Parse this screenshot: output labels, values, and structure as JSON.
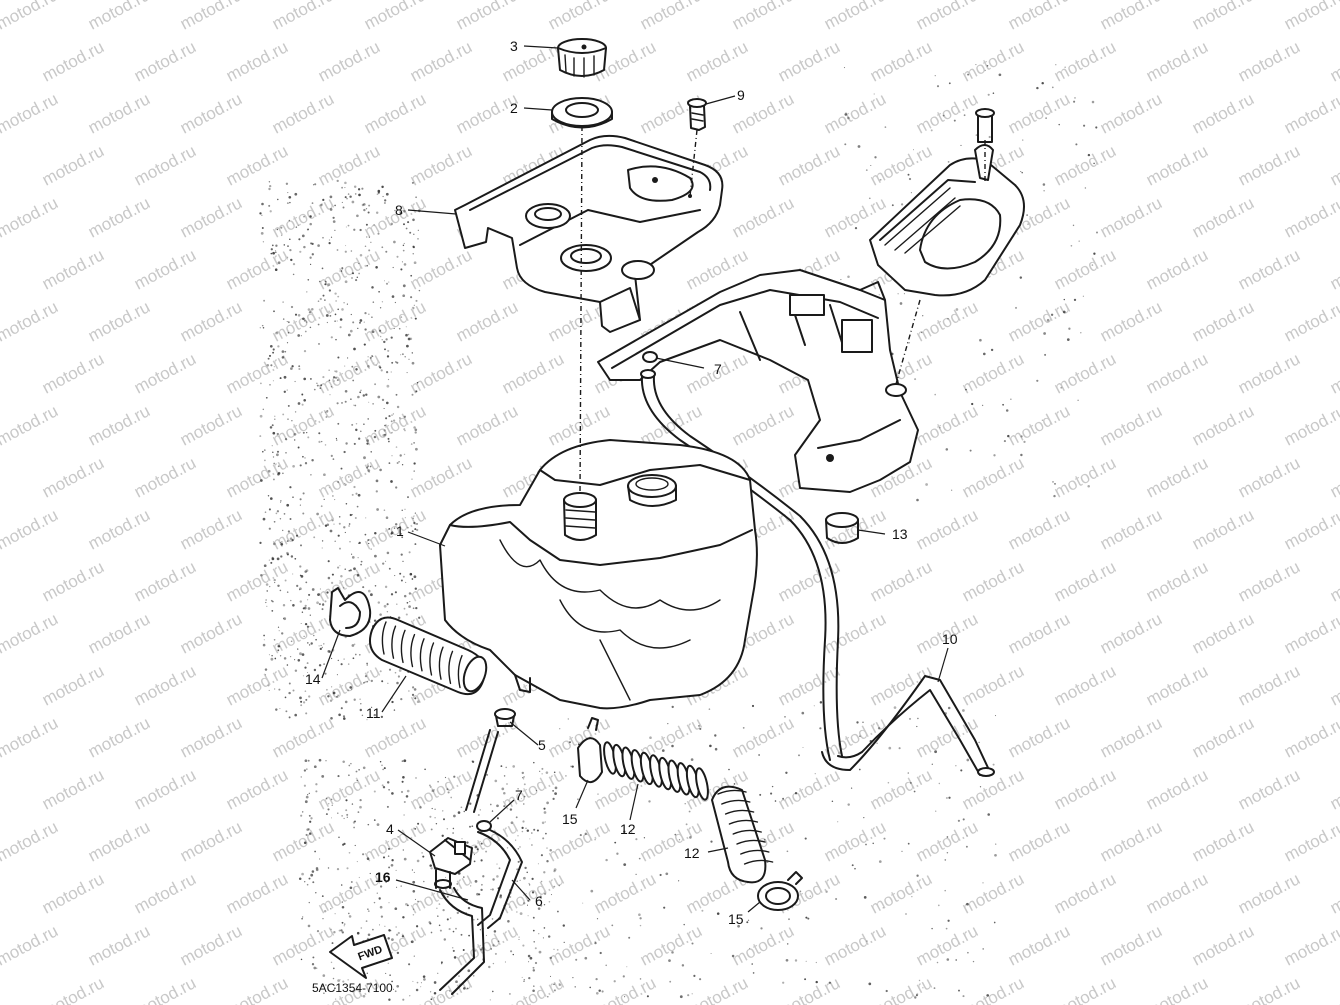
{
  "watermark": {
    "text": "motod.ru"
  },
  "diagram": {
    "drawing_code": "5AC1354-7100",
    "direction_marker": "FWD",
    "callouts": [
      {
        "id": "1",
        "part": "fuel-tank"
      },
      {
        "id": "2",
        "part": "cap-gasket"
      },
      {
        "id": "3",
        "part": "fuel-cap"
      },
      {
        "id": "4",
        "part": "fuel-cock"
      },
      {
        "id": "5",
        "part": "clip"
      },
      {
        "id": "6",
        "part": "hose"
      },
      {
        "id": "7",
        "part": "clip"
      },
      {
        "id": "7",
        "part": "clip"
      },
      {
        "id": "8",
        "part": "tank-cover"
      },
      {
        "id": "9",
        "part": "screw"
      },
      {
        "id": "10",
        "part": "breather-hose"
      },
      {
        "id": "11",
        "part": "boot"
      },
      {
        "id": "12",
        "part": "spring"
      },
      {
        "id": "12",
        "part": "boot"
      },
      {
        "id": "13",
        "part": "damper"
      },
      {
        "id": "14",
        "part": "band"
      },
      {
        "id": "15",
        "part": "band"
      },
      {
        "id": "15",
        "part": "band"
      },
      {
        "id": "16",
        "part": "hose"
      }
    ]
  }
}
